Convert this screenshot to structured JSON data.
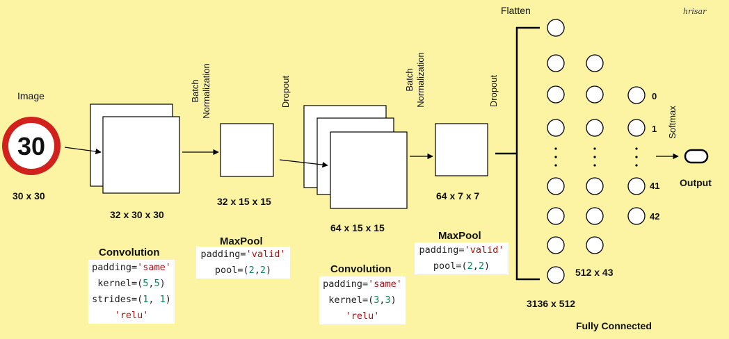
{
  "image_title": "Image",
  "sign_value": "30",
  "labels": {
    "input_size": "30 x 30",
    "conv1_out": "32 x 30 x 30",
    "pool1_out": "32 x 15 x 15",
    "conv2_out": "64 x 15 x 15",
    "pool2_out": "64 x 7 x 7",
    "flatten": "Flatten",
    "fc1": "3136 x 512",
    "fc2": "512 x 43",
    "fully_connected": "Fully Connected",
    "output": "Output",
    "softmax": "Softmax",
    "node_0": "0",
    "node_1": "1",
    "node_41": "41",
    "node_42": "42"
  },
  "layers": {
    "batch_norm_1": [
      "Batch",
      "Normalization"
    ],
    "dropout_1": "Dropout",
    "batch_norm_2": [
      "Batch",
      "Normalization"
    ],
    "dropout_2": "Dropout"
  },
  "conv1": {
    "title": "Convolution",
    "padding_key": "padding=",
    "padding_val": "'same'",
    "kernel_key": "kernel=(",
    "kernel_a": "5",
    "kernel_b": "5",
    "strides_key": "strides=(",
    "strides_a": "1",
    "strides_b": "1",
    "activation": "'relu'"
  },
  "pool1": {
    "title": "MaxPool",
    "padding_key": "padding=",
    "padding_val": "'valid'",
    "pool_key": "pool=(",
    "pool_a": "2",
    "pool_b": "2"
  },
  "conv2": {
    "title": "Convolution",
    "padding_key": "padding=",
    "padding_val": "'same'",
    "kernel_key": "kernel=(",
    "kernel_a": "3",
    "kernel_b": "3",
    "activation": "'relu'"
  },
  "pool2": {
    "title": "MaxPool",
    "padding_key": "padding=",
    "padding_val": "'valid'",
    "pool_key": "pool=(",
    "pool_a": "2",
    "pool_b": "2"
  },
  "signature": "hrisar",
  "colors": {
    "background": "#fcf4a3",
    "sign_red": "#d0211c",
    "string": "#a31515",
    "number": "#098658"
  }
}
